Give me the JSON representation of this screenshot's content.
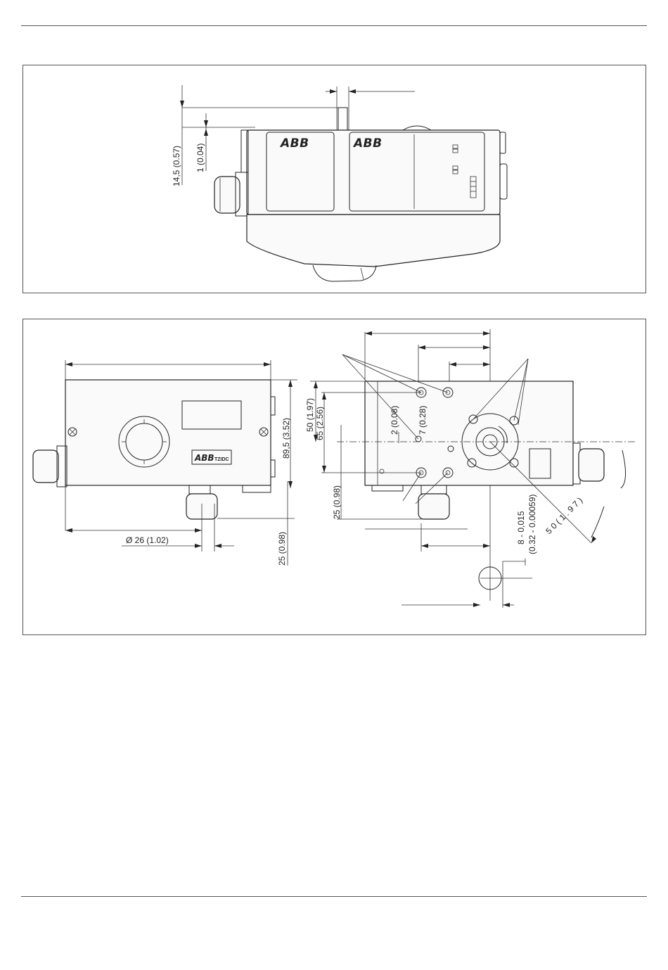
{
  "side_view": {
    "logo_left": "ABB",
    "logo_right": "ABB",
    "dim_height": "14,5 (0.57)",
    "dim_offset": "1 (0.04)"
  },
  "front_view": {
    "logo": "ABB",
    "logo_suffix": "TZIDC",
    "dim_height": "89,5 (3.52)",
    "dim_cable": "25 (0.98)",
    "dim_gland_dia": "Ø 26 (1.02)"
  },
  "rear_view": {
    "dim_50": "50 (1.97)",
    "dim_65": "65 (2.56)",
    "dim_25": "25 (0.98)",
    "dim_2": "2 (0.08)",
    "dim_7": "7 (0.28)",
    "dim_shaft_mm": "8 - 0,015",
    "dim_shaft_in": "(0.32 - 0.00059)",
    "dim_radius": "5 0  ( 1 . 9 7 )"
  }
}
